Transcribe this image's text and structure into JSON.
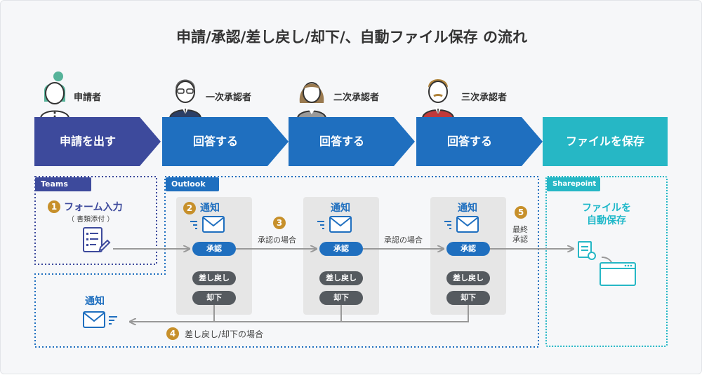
{
  "title": "申請/承認/差し戻し/却下/、自動ファイル保存 の流れ",
  "roles": [
    "申請者",
    "一次承認者",
    "二次承認者",
    "三次承認者"
  ],
  "steps": [
    "申請を出す",
    "回答する",
    "回答する",
    "回答する",
    "ファイルを保存"
  ],
  "zones": {
    "teams": "Teams",
    "outlook": "Outlook",
    "sharepoint": "Sharepoint"
  },
  "teams": {
    "num": "1",
    "label": "フォーム入力",
    "sub": "（ 書類添付 ）"
  },
  "cards": [
    {
      "num": "2",
      "title": "通知",
      "approve": "承認",
      "remand": "差し戻し",
      "reject": "却下"
    },
    {
      "title": "通知",
      "approve": "承認",
      "remand": "差し戻し",
      "reject": "却下"
    },
    {
      "title": "通知",
      "approve": "承認",
      "remand": "差し戻し",
      "reject": "却下"
    }
  ],
  "flow": {
    "n3": "3",
    "approved1": "承認の場合",
    "approved2": "承認の場合",
    "n5": "5",
    "final_line1": "最終",
    "final_line2": "承認",
    "n4": "4",
    "return_label": "差し戻し/却下の場合",
    "notify": "通知"
  },
  "sharepoint": {
    "line1": "ファイルを",
    "line2": "自動保存"
  },
  "colors": {
    "navy": "#3d4a9c",
    "blue": "#1f6fbf",
    "teal": "#26b7c5",
    "orange": "#c7902b",
    "dark": "#555a5f",
    "card": "#e6e6e6"
  }
}
